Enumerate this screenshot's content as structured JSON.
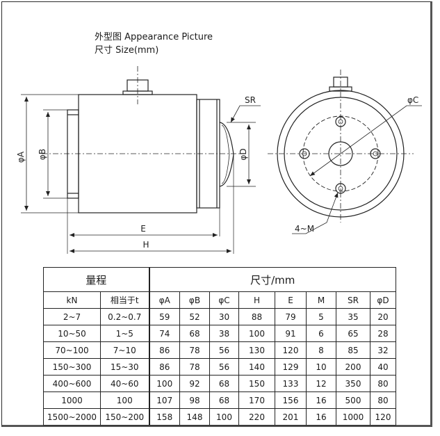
{
  "header": {
    "title_line1": "外型图 Appearance Picture",
    "title_line2": "尺寸 Size(mm)"
  },
  "drawing": {
    "side_view": {
      "dim_A": "φA",
      "dim_B": "φB",
      "dim_D": "φD",
      "dim_SR": "SR",
      "dim_E": "E",
      "dim_H": "H"
    },
    "front_view": {
      "dim_C": "φC",
      "holes": "4~M"
    }
  },
  "table": {
    "group_range": "量程",
    "group_size": "尺寸/mm",
    "columns": [
      "kN",
      "相当于t",
      "φA",
      "φB",
      "φC",
      "H",
      "E",
      "M",
      "SR",
      "φD"
    ],
    "rows": [
      [
        "2~7",
        "0.2~0.7",
        "59",
        "52",
        "30",
        "88",
        "79",
        "5",
        "35",
        "20"
      ],
      [
        "10~50",
        "1~5",
        "74",
        "68",
        "38",
        "100",
        "91",
        "6",
        "65",
        "28"
      ],
      [
        "70~100",
        "7~10",
        "86",
        "78",
        "56",
        "130",
        "120",
        "8",
        "85",
        "32"
      ],
      [
        "150~300",
        "15~30",
        "86",
        "78",
        "56",
        "140",
        "129",
        "10",
        "200",
        "40"
      ],
      [
        "400~600",
        "40~60",
        "100",
        "92",
        "68",
        "150",
        "133",
        "12",
        "350",
        "80"
      ],
      [
        "1000",
        "100",
        "107",
        "98",
        "68",
        "170",
        "156",
        "16",
        "500",
        "80"
      ],
      [
        "1500~2000",
        "150~200",
        "158",
        "148",
        "100",
        "220",
        "201",
        "16",
        "1000",
        "120"
      ]
    ]
  }
}
